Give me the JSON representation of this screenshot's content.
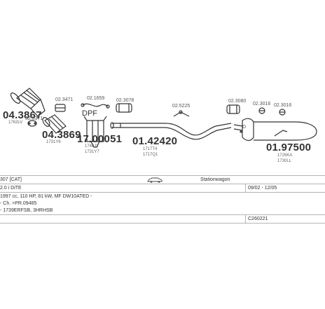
{
  "parts": {
    "p1_num": "04.3867",
    "p1_sub": "1763LV",
    "p2_num": "02.3371",
    "p3_num": "02.3471",
    "p4_num": "04.3869",
    "p4_sub": "1731Y6",
    "p5_num": "02.1659",
    "p6_label": "DPF",
    "p7_num": "17.00051",
    "p7_sub1": "1740JY",
    "p7_sub2": "1731Y7",
    "p8_num": "02.3078",
    "p9_num": "01.42420",
    "p9_sub1": "1717T4",
    "p9_sub2": "1717Q1",
    "p10_num": "02.5225",
    "p11_num": "02.3080",
    "p12_num": "02.3016",
    "p13_num": "02.3016",
    "p14_label": "D",
    "p15_num": "01.97500",
    "p15_sub1": "1726KA",
    "p15_sub2": "1730LL"
  },
  "info": {
    "model": "307 [CAT]",
    "body_type": "Stationwagon",
    "engine": "2.0 i DiTE",
    "years": "09/02 - 12/05",
    "details": "1997 cc, 110 HP, 81 kW, MF DW10ATED -",
    "chassis": "- Ch. >PR.09485",
    "codes": "- 1739ERFSB, 3HRHSB",
    "code": "C260221"
  }
}
